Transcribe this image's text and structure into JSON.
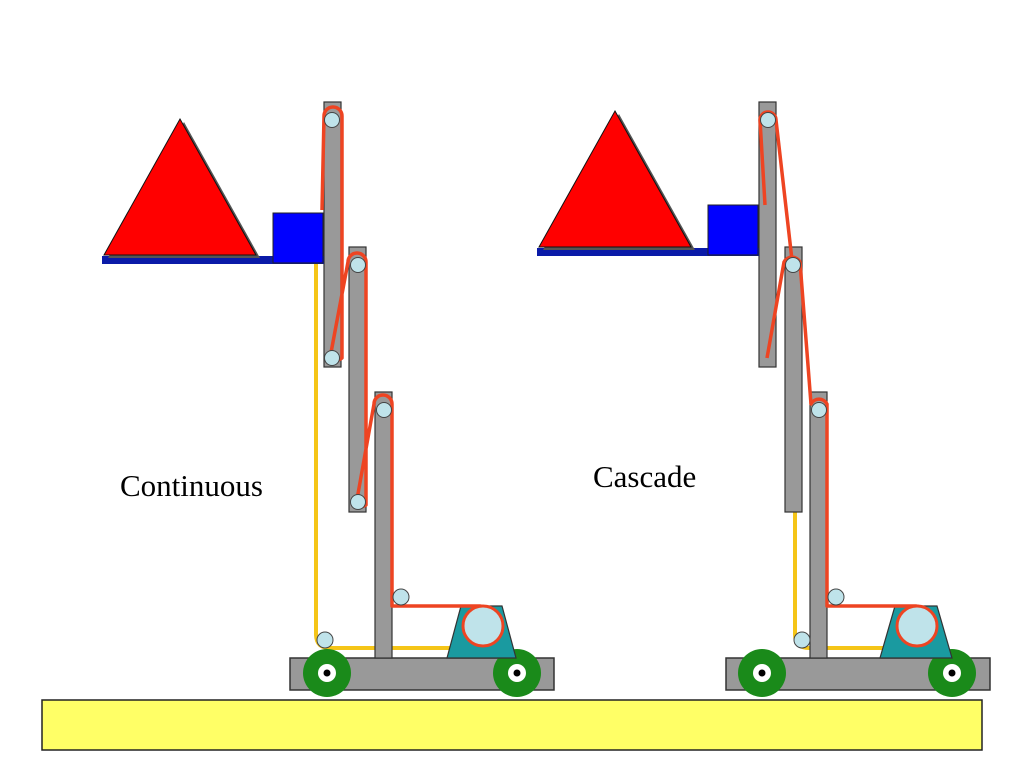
{
  "labels": {
    "left": "Continuous",
    "right": "Cascade"
  },
  "colors": {
    "background": "#ffffff",
    "floor": "#ffff66",
    "mast": "#999999",
    "cable_lift": "#ee4422",
    "cable_return": "#f5c518",
    "load": "#ff0000",
    "carriage": "#0000ff",
    "fork": "#0a1aa8",
    "pulley": "#bfe3ea",
    "wheel": "#1a8a1a",
    "winch_mount": "#1a9aa0",
    "outline": "#333333"
  },
  "icons": {
    "load": "triangle-load",
    "pulley": "pulley-circle",
    "wheel": "wheel-circle"
  }
}
